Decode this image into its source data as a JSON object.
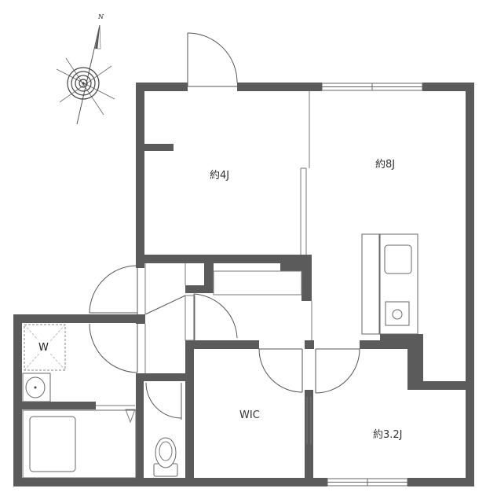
{
  "compass": {
    "north_label": "N",
    "icon": "compass-rose-icon"
  },
  "rooms": {
    "room_4j": {
      "label": "約4J"
    },
    "room_8j": {
      "label": "約8J"
    },
    "wic": {
      "label": "WIC"
    },
    "room_32j": {
      "label": "約3.2J"
    },
    "washer": {
      "label": "W"
    }
  },
  "colors": {
    "wall": "#5b5b5b",
    "line": "#555555",
    "background": "#ffffff"
  }
}
